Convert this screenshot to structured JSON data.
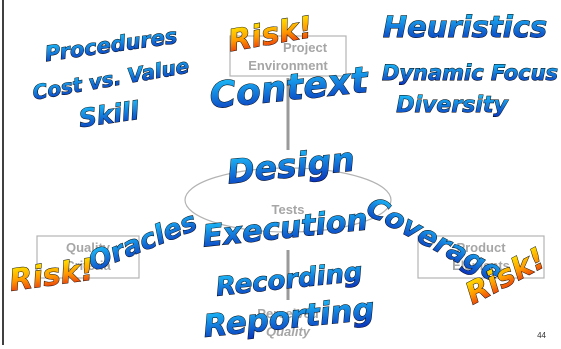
{
  "slide": {
    "page_number": "44",
    "colors": {
      "wordart_blue_top": "#1ec8ff",
      "wordart_blue_bottom": "#0a2fb8",
      "risk_yellow": "#fff200",
      "risk_red": "#e01010",
      "box_border": "#b3b3b3",
      "box_text": "#a6a6a6"
    }
  },
  "diagram": {
    "boxes": {
      "project_environment": {
        "line1": "Project",
        "line2": "Environment"
      },
      "tests": {
        "line1": "Tests"
      },
      "quality_criteria": {
        "line1": "Quality",
        "line2": "Criteria"
      },
      "product_elements": {
        "line1": "Product",
        "line2": "Elements"
      },
      "perceived_quality": {
        "line1": "Perceived",
        "line2": "Quality"
      }
    },
    "wordart": {
      "procedures": "Procedures",
      "cost_vs_value": "Cost vs. Value",
      "skill": "Skill",
      "risk": "Risk!",
      "context": "Context",
      "heuristics": "Heuristics",
      "dynamic_focus": "Dynamic Focus",
      "diversity": "Diversity",
      "design": "Design",
      "execution": "Execution",
      "oracles": "Oracles",
      "coverage": "Coverage",
      "recording": "Recording",
      "reporting": "Reporting"
    }
  }
}
